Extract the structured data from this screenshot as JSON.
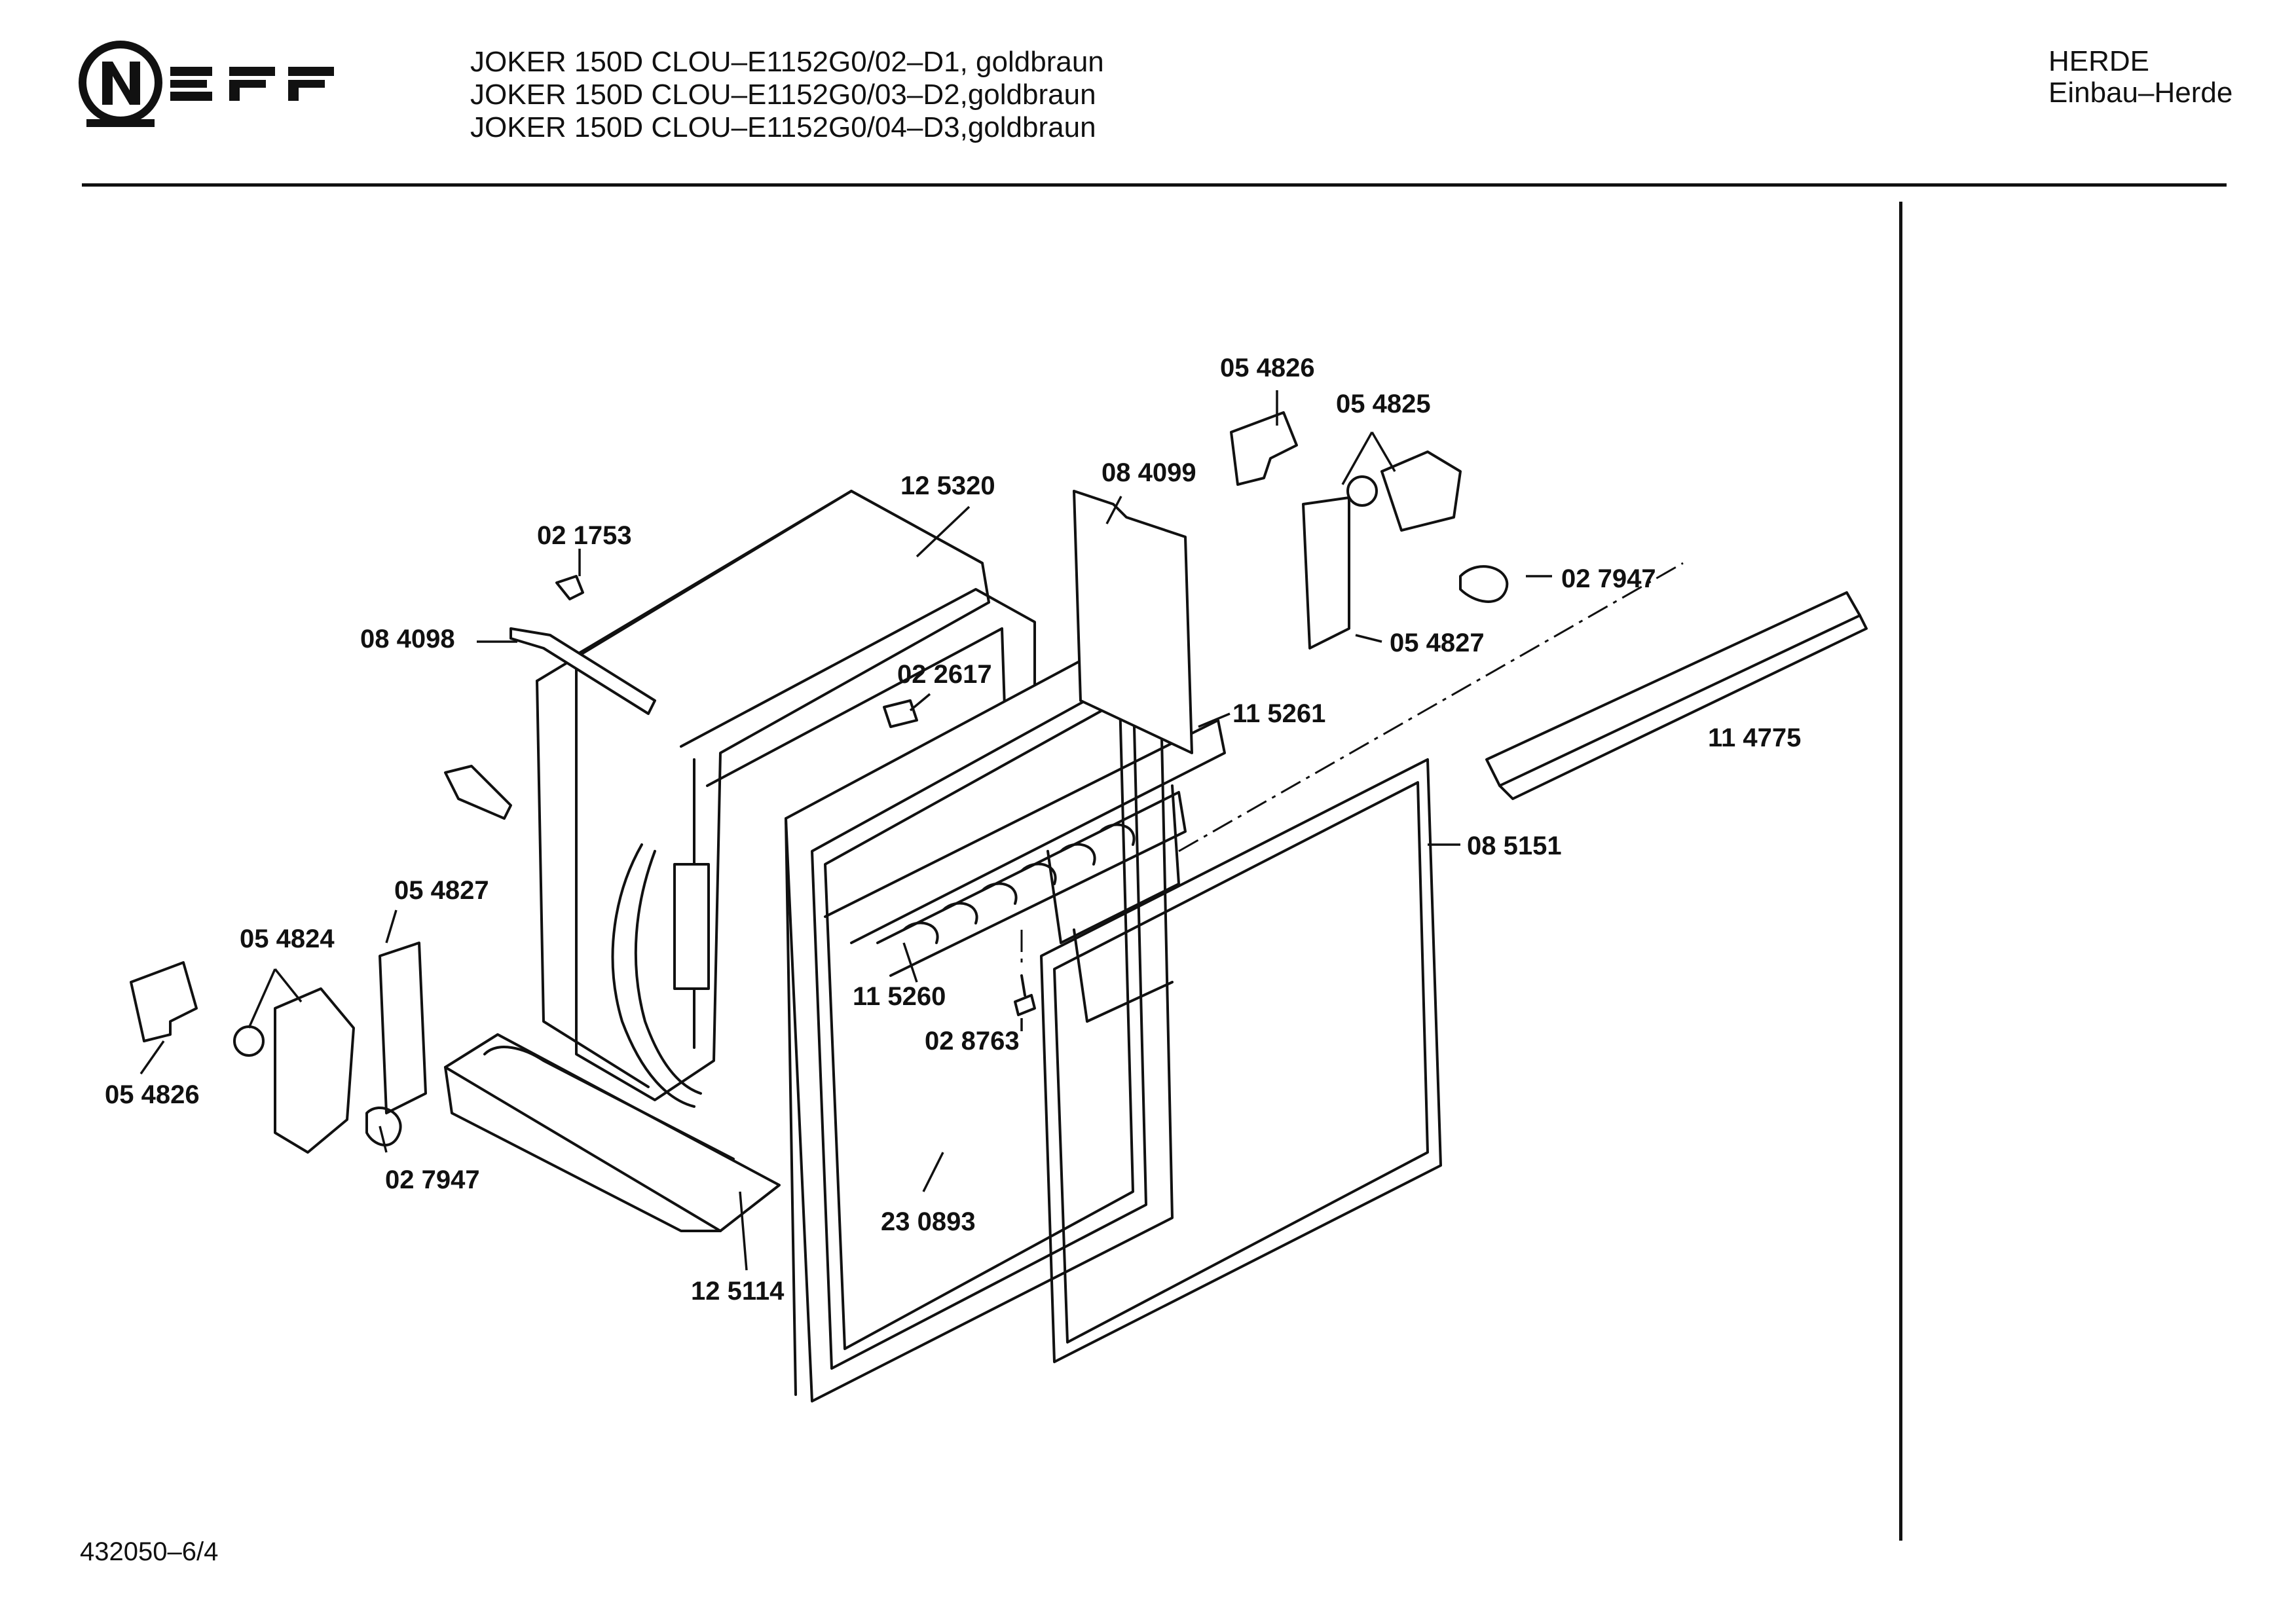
{
  "header": {
    "brand": "NEFF",
    "title_lines": [
      "JOKER 150D CLOU–E1152G0/02–D1, goldbraun",
      "JOKER 150D CLOU–E1152G0/03–D2,goldbraun",
      "JOKER 150D CLOU–E1152G0/04–D3,goldbraun"
    ],
    "category": "HERDE",
    "subcategory": "Einbau–Herde"
  },
  "footer": {
    "document_number": "432050–6/4"
  },
  "part_labels": {
    "p054826_top": "05 4826",
    "p054825": "05 4825",
    "p125320": "12 5320",
    "p084099": "08 4099",
    "p021753": "02 1753",
    "p084098": "08 4098",
    "p027947_right": "02 7947",
    "p054827_right": "05 4827",
    "p022617": "02 2617",
    "p115261": "11 5261",
    "p114775": "11 4775",
    "p085151": "08 5151",
    "p054827_left": "05 4827",
    "p054824": "05 4824",
    "p115260": "11 5260",
    "p028763": "02 8763",
    "p054826_left": "05 4826",
    "p027947_left": "02 7947",
    "p230893": "23 0893",
    "p125114": "12 5114"
  }
}
